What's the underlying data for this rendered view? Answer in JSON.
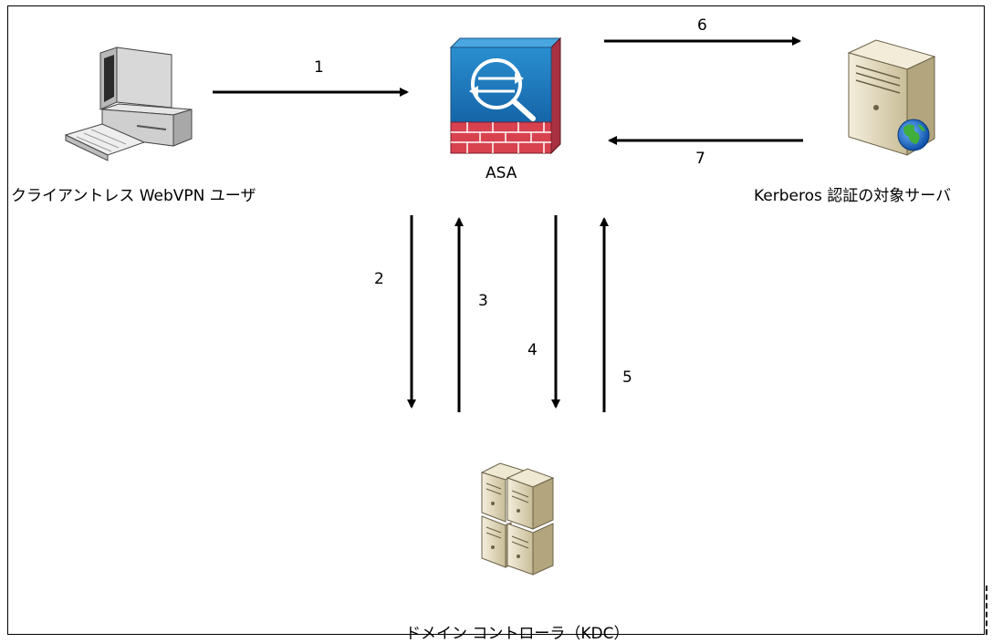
{
  "nodes": {
    "client": "クライアントレス WebVPN ユーザ",
    "asa": "ASA",
    "server": "Kerberos 認証の対象サーバ",
    "kdc": "ドメイン コントローラ（KDC）"
  },
  "steps": [
    "1",
    "2",
    "3",
    "4",
    "5",
    "6",
    "7"
  ]
}
